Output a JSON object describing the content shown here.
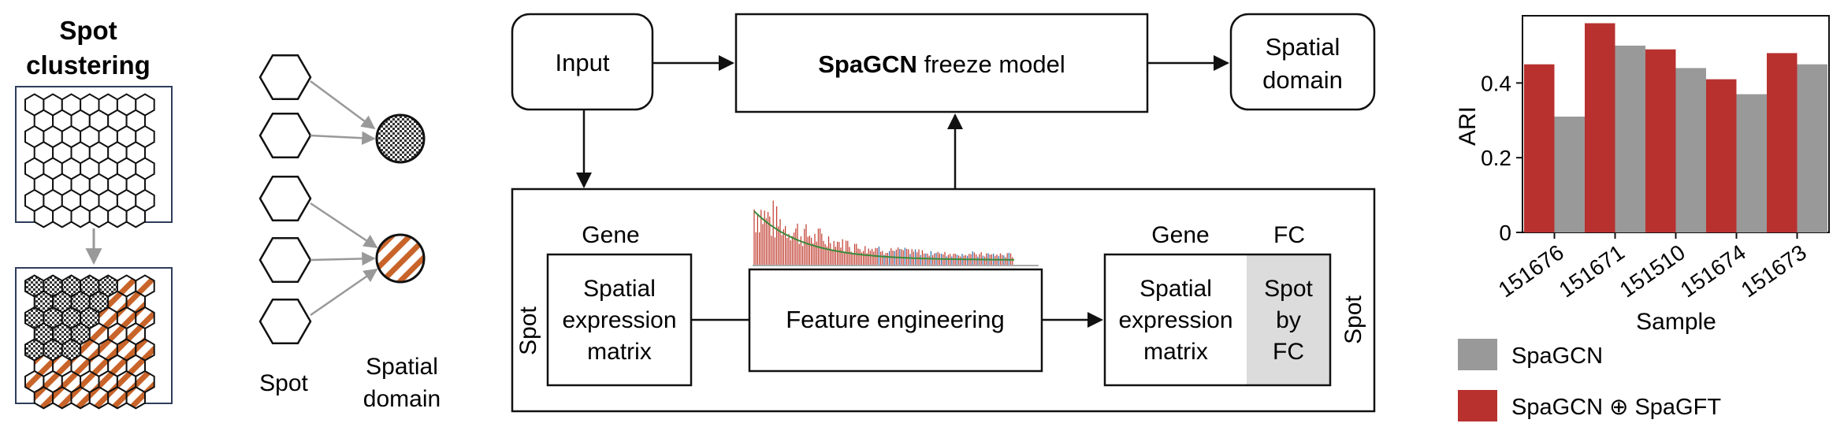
{
  "panel_left": {
    "title_line1": "Spot",
    "title_line2": "clustering",
    "spot_label": "Spot",
    "domain_label_line1": "Spatial",
    "domain_label_line2": "domain"
  },
  "flow": {
    "input_label": "Input",
    "model_bold": "SpaGCN",
    "model_rest": " freeze model",
    "output_line1": "Spatial",
    "output_line2": "domain",
    "spot_axis_left": "Spot",
    "spot_axis_right": "Spot",
    "gene_left": "Gene",
    "matrix_left_line1": "Spatial",
    "matrix_left_line2": "expression",
    "matrix_left_line3": "matrix",
    "feature_engineering": "Feature engineering",
    "gene_right": "Gene",
    "fc_label": "FC",
    "matrix_right_line1": "Spatial",
    "matrix_right_line2": "expression",
    "matrix_right_line3": "matrix",
    "spot_by_fc_line1": "Spot",
    "spot_by_fc_line2": "by",
    "spot_by_fc_line3": "FC"
  },
  "colors": {
    "spagcn": "#999999",
    "spagcn_spagft": "#b8312f",
    "orange_stripe": "#c8642a",
    "frame": "#2f3d5c"
  },
  "chart_data": {
    "type": "bar",
    "categories": [
      "151676",
      "151671",
      "151510",
      "151674",
      "151673"
    ],
    "series": [
      {
        "name": "SpaGCN ⊕ SpaGFT",
        "values": [
          0.45,
          0.56,
          0.49,
          0.41,
          0.48
        ],
        "color": "#b8312f"
      },
      {
        "name": "SpaGCN",
        "values": [
          0.31,
          0.5,
          0.44,
          0.37,
          0.45
        ],
        "color": "#999999"
      }
    ],
    "ylabel": "ARI",
    "xlabel": "Sample",
    "ylim": [
      0,
      0.58
    ],
    "yticks": [
      "0",
      "0.2",
      "0.4"
    ],
    "legend": [
      {
        "label": "SpaGCN",
        "color": "#999999"
      },
      {
        "label": "SpaGCN ⊕ SpaGFT",
        "color": "#b8312f"
      }
    ],
    "legend_position": "bottom",
    "grid": false
  }
}
